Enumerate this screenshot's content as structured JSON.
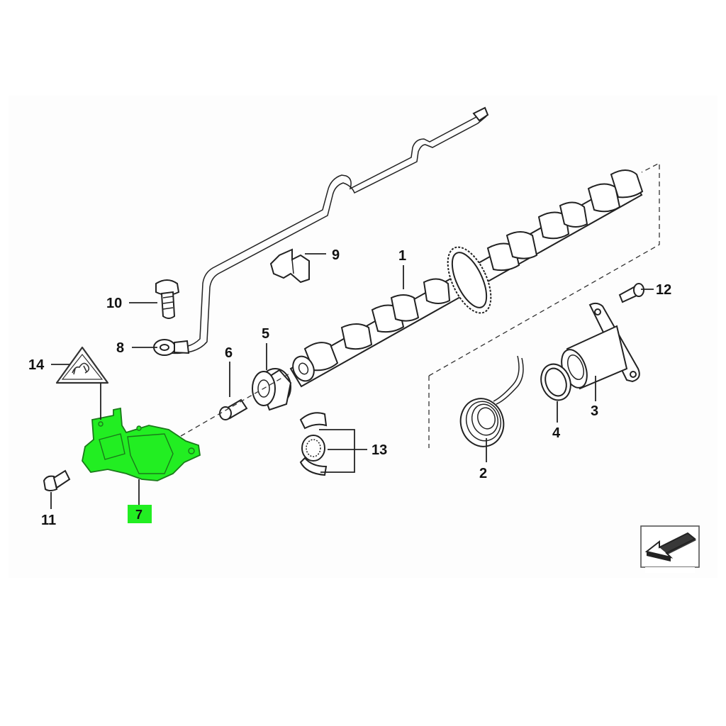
{
  "diagram": {
    "callouts": [
      {
        "id": "1",
        "label": "1"
      },
      {
        "id": "2",
        "label": "2"
      },
      {
        "id": "3",
        "label": "3"
      },
      {
        "id": "4",
        "label": "4"
      },
      {
        "id": "5",
        "label": "5"
      },
      {
        "id": "6",
        "label": "6"
      },
      {
        "id": "7",
        "label": "7",
        "highlighted": true
      },
      {
        "id": "8",
        "label": "8"
      },
      {
        "id": "9",
        "label": "9"
      },
      {
        "id": "10",
        "label": "10"
      },
      {
        "id": "11",
        "label": "11"
      },
      {
        "id": "12",
        "label": "12"
      },
      {
        "id": "13",
        "label": "13"
      },
      {
        "id": "14",
        "label": "14"
      }
    ],
    "highlight_color": "#22ee22",
    "line_color": "#222222",
    "icons": [
      "camshaft",
      "oil-pipe",
      "torsion-spring",
      "sleeve-flange",
      "seal-ring",
      "bearing-cap",
      "bolt",
      "sensor-bracket",
      "pipe-clip",
      "banjo-fitting",
      "bearing-set",
      "warning-triangle-icon",
      "nav-arrow-icon"
    ]
  }
}
